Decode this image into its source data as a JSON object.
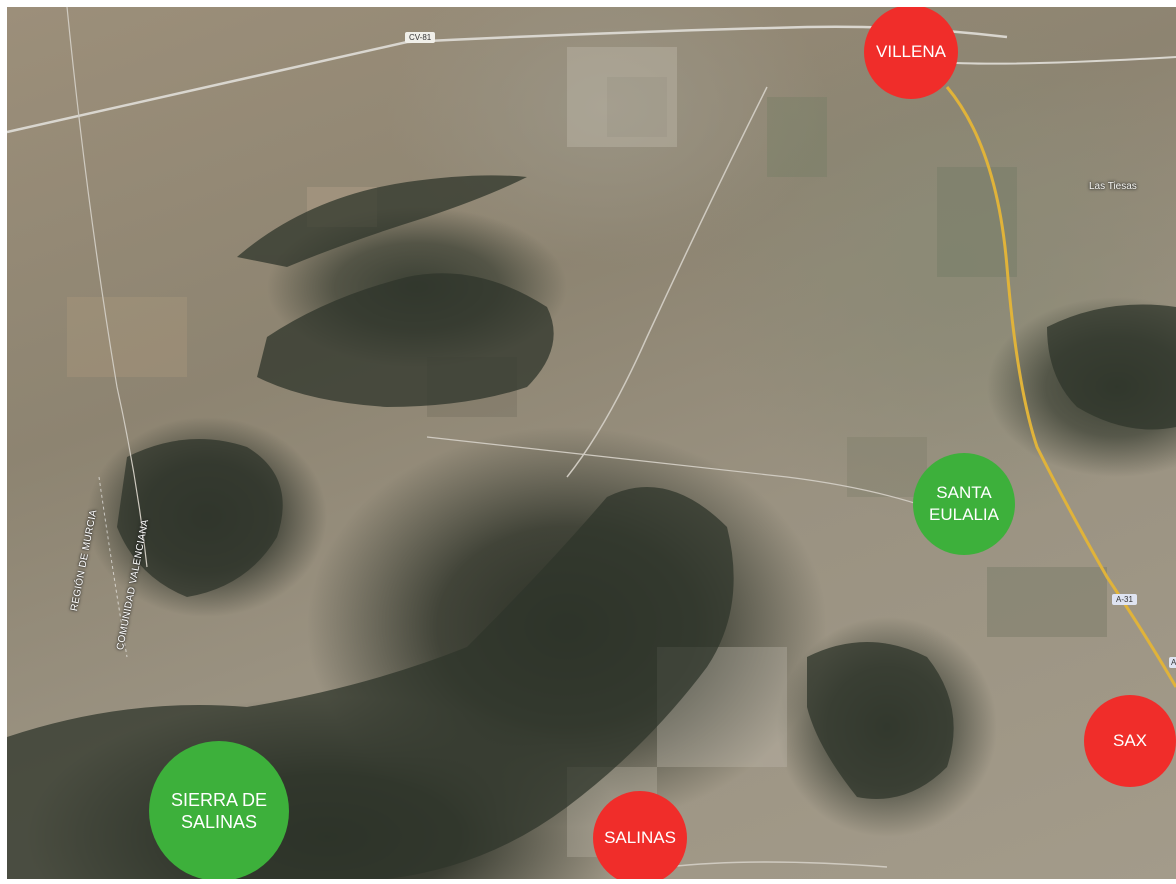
{
  "map": {
    "colors": {
      "town": "#f02d2a",
      "natural_area": "#3db03b",
      "motorway": "#e0b33a"
    },
    "markers": [
      {
        "label": "VILLENA",
        "category": "town"
      },
      {
        "label": "SANTA\nEULALIA",
        "category": "natural_area"
      },
      {
        "label": "SAX",
        "category": "town"
      },
      {
        "label": "SALINAS",
        "category": "town"
      },
      {
        "label": "SIERRA DE\nSALINAS",
        "category": "natural_area"
      }
    ],
    "place_labels": {
      "las_tiesas": "Las Tiesas"
    },
    "boundary_labels": {
      "murcia": "REGIÓN DE MURCIA",
      "valenciana": "COMUNIDAD VALENCIANA"
    },
    "road_shields": {
      "cv81": "CV-81",
      "a31": "A-31",
      "a31_edge": "A"
    }
  }
}
